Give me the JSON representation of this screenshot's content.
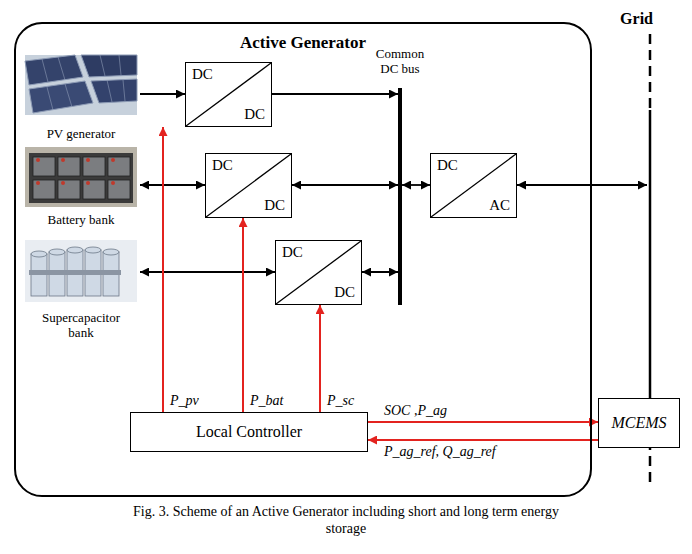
{
  "diagram": {
    "caption": "Fig. 3. Scheme of an Active Generator including short and long term energy storage",
    "nodes": [
      {
        "text": [
          "Grid"
        ]
      },
      {
        "text": [
          "Active Generator"
        ]
      },
      {
        "text": [
          "PV generator"
        ],
        "in": 1
      },
      {
        "text": [
          "DC",
          "DC"
        ],
        "in": 1
      },
      {
        "text": [
          "Common DC bus"
        ],
        "in": 1
      },
      {
        "text": [
          "Battery bank"
        ],
        "in": 1
      },
      {
        "text": [
          "DC",
          "DC"
        ],
        "in": 1
      },
      {
        "text": [
          "DC",
          "AC"
        ],
        "in": 1
      },
      {
        "text": [
          "Supercapacitor bank"
        ],
        "in": 1
      },
      {
        "text": [
          "DC",
          "DC"
        ],
        "in": 1
      },
      {
        "text": [
          "Local Controller"
        ],
        "in": 1
      },
      {
        "text": [
          "MCEMS"
        ]
      }
    ],
    "edges": [
      {
        "from": 2,
        "to": 3,
        "arrow": "to"
      },
      {
        "from": 3,
        "to": 4,
        "arrow": "to"
      },
      {
        "from": 5,
        "to": 6,
        "arrow": "both"
      },
      {
        "from": 6,
        "to": 4,
        "arrow": "both"
      },
      {
        "from": 4,
        "to": 7,
        "arrow": "both"
      },
      {
        "from": 7,
        "to": 0,
        "arrow": "both"
      },
      {
        "from": 8,
        "to": 9,
        "arrow": "both"
      },
      {
        "from": 9,
        "to": 4,
        "arrow": "both"
      },
      {
        "from": 10,
        "to": 3,
        "label": "P_pv",
        "arrow": "to"
      },
      {
        "from": 10,
        "to": 6,
        "label": "P_bat",
        "arrow": "to"
      },
      {
        "from": 10,
        "to": 9,
        "label": "P_sc",
        "arrow": "to"
      },
      {
        "from": 10,
        "to": 11,
        "label": "SOC ,P_ag",
        "arrow": "to"
      },
      {
        "from": 11,
        "to": 10,
        "label": "P_ag_ref, Q_ag_ref",
        "arrow": "to"
      }
    ]
  }
}
